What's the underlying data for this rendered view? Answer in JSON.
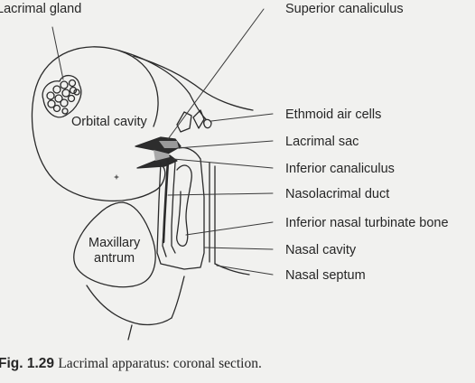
{
  "labels": {
    "lacrimal_gland": "Lacrimal gland",
    "superior_canaliculus": "Superior canaliculus",
    "orbital_cavity": "Orbital cavity",
    "ethmoid_air_cells": "Ethmoid air cells",
    "lacrimal_sac": "Lacrimal sac",
    "inferior_canaliculus": "Inferior canaliculus",
    "nasolacrimal_duct": "Nasolacrimal duct",
    "inferior_nasal_turbinate_bone": "Inferior nasal turbinate bone",
    "nasal_cavity": "Nasal cavity",
    "nasal_septum": "Nasal septum",
    "maxillary_antrum_line1": "Maxillary",
    "maxillary_antrum_line2": "antrum"
  },
  "caption": {
    "figure_number": "Fig. 1.29",
    "text": "Lacrimal apparatus: coronal section."
  }
}
